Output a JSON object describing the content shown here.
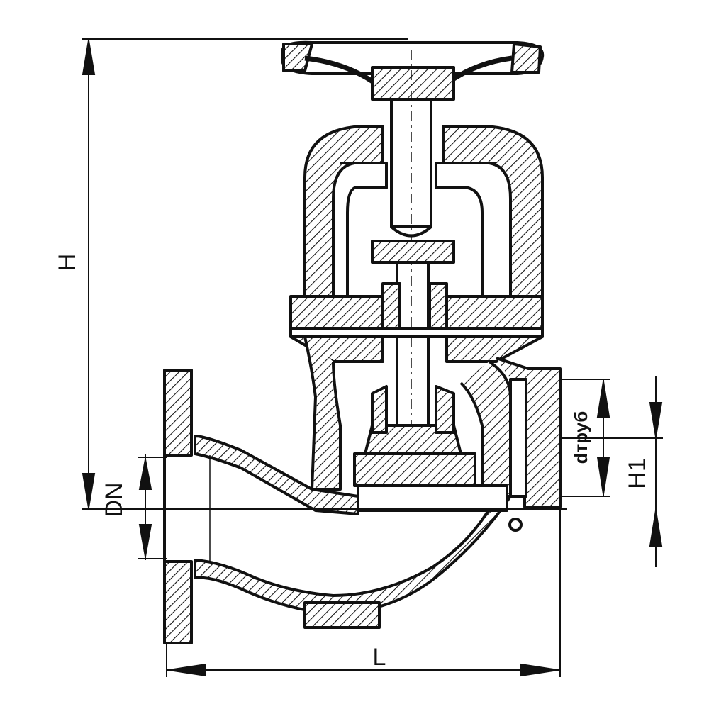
{
  "dimensions": {
    "height_label": "H",
    "nominal_diameter_label": "DN",
    "length_label": "L",
    "pipe_diameter_label": "dтруб",
    "port_height_label": "H1"
  },
  "colors": {
    "ink": "#111111",
    "paper": "#ffffff"
  }
}
